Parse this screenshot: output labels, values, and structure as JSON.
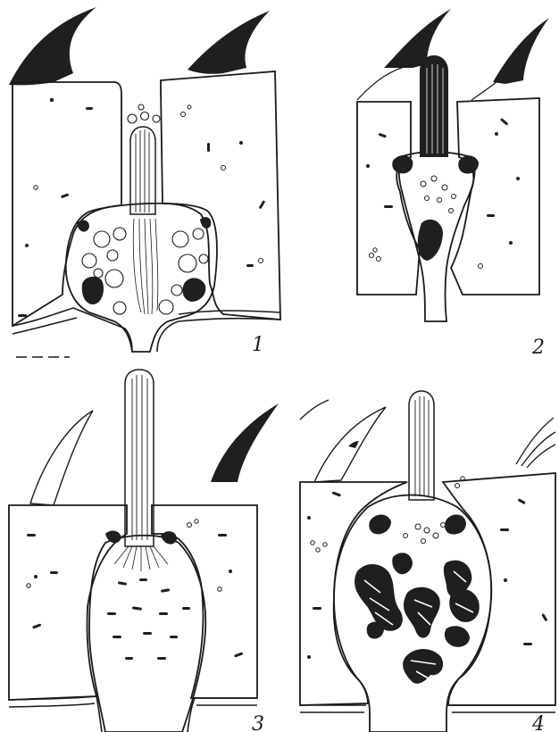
{
  "figure": {
    "panels": [
      {
        "number": "1"
      },
      {
        "number": "2"
      },
      {
        "number": "3"
      },
      {
        "number": "4"
      }
    ],
    "colors": {
      "ink": "#1a1a1a",
      "paper": "#ffffff"
    }
  }
}
